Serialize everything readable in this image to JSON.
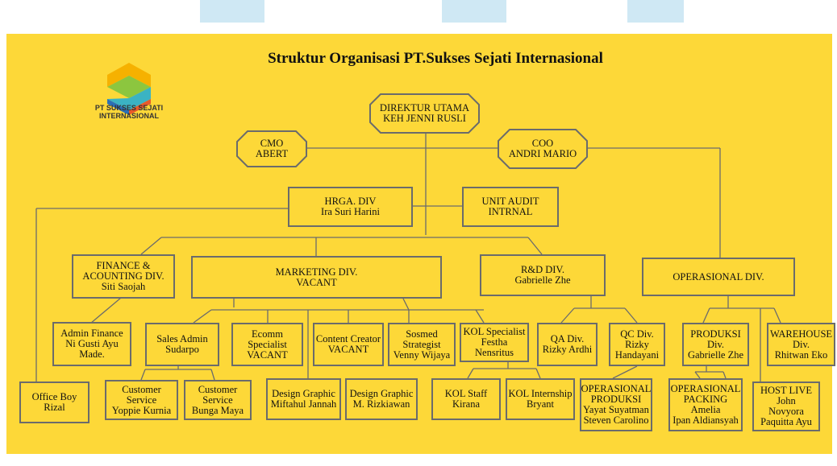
{
  "title": "Struktur Organisasi PT.Sukses Sejati Internasional",
  "logo": {
    "icon": "company-s-logo-icon",
    "text_line1": "PT SUKSES SEJATI",
    "text_line2": "INTERNASIONAL"
  },
  "colors": {
    "background": "#fdd838",
    "border": "#6b6b6b",
    "line": "#6b6b6b",
    "stripe": "#cfe8f4"
  },
  "nodes": {
    "direktur": [
      "DIREKTUR UTAMA",
      "KEH JENNI RUSLI"
    ],
    "cmo": [
      "CMO",
      "ABERT"
    ],
    "coo": [
      "COO",
      "ANDRI MARIO"
    ],
    "hrga": [
      "HRGA. DIV",
      "Ira Suri Harini"
    ],
    "audit": [
      "UNIT AUDIT",
      "INTRNAL"
    ],
    "finance": [
      "FINANCE &",
      "ACOUNTING DIV.",
      "Siti Saojah"
    ],
    "marketing": [
      "MARKETING DIV.",
      "VACANT"
    ],
    "rnd": [
      "R&D DIV.",
      "Gabrielle Zhe"
    ],
    "operasional": [
      "OPERASIONAL DIV."
    ],
    "admin_finance": [
      "Admin Finance",
      "Ni Gusti Ayu",
      "Made."
    ],
    "sales_admin": [
      "Sales Admin",
      "Sudarpo"
    ],
    "ecomm": [
      "Ecomm",
      "Specialist",
      "VACANT"
    ],
    "content_creator": [
      "Content Creator",
      "VACANT"
    ],
    "sosmed": [
      "Sosmed",
      "Strategist",
      "Venny Wijaya"
    ],
    "kol_specialist": [
      "KOL Specialist",
      "Festha",
      "Nensritus"
    ],
    "qa": [
      "QA Div.",
      "Rizky Ardhi"
    ],
    "qc": [
      "QC Div.",
      "Rizky",
      "Handayani"
    ],
    "produksi": [
      "PRODUKSI",
      "Div.",
      "Gabrielle Zhe"
    ],
    "warehouse": [
      "WAREHOUSE",
      "Div.",
      "Rhitwan Eko"
    ],
    "office_boy": [
      "Office Boy",
      "Rizal"
    ],
    "cs_yoppie": [
      "Customer",
      "Service",
      "Yoppie Kurnia"
    ],
    "cs_bunga": [
      "Customer",
      "Service",
      "Bunga Maya"
    ],
    "design_miftahul": [
      "Design Graphic",
      "Miftahul Jannah"
    ],
    "design_rizkiawan": [
      "Design Graphic",
      "M. Rizkiawan"
    ],
    "kol_staff": [
      "KOL Staff",
      "Kirana"
    ],
    "kol_intern": [
      "KOL Internship",
      "Bryant"
    ],
    "op_produksi": [
      "OPERASIONAL",
      "PRODUKSI",
      "Yayat Suyatman",
      "Steven  Carolino"
    ],
    "op_packing": [
      "OPERASIONAL",
      "PACKING",
      "Amelia",
      "Ipan Aldiansyah"
    ],
    "host_live": [
      "HOST LIVE",
      "John",
      "Novyora",
      "Paquitta Ayu"
    ]
  }
}
